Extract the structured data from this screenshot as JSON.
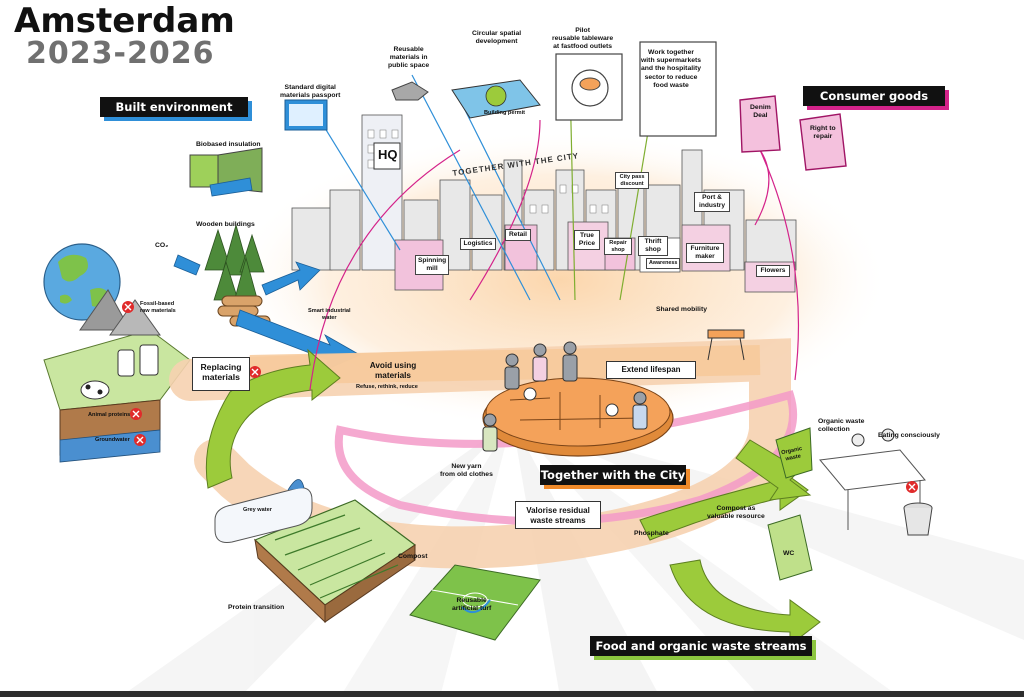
{
  "header": {
    "title": "Amsterdam",
    "years": "2023-2026"
  },
  "sections": {
    "built_environment": "Built environment",
    "consumer_goods": "Consumer goods",
    "together_with_city": "Together with the City",
    "food_organic": "Food and organic waste streams"
  },
  "labels": {
    "biobased_insulation": "Biobased insulation",
    "wooden_buildings": "Wooden buildings",
    "co2": "CO₂",
    "fossil_raw": "Fossil-based\nraw materials",
    "animal_proteins": "Animal proteins",
    "groundwater": "Groundwater",
    "standard_passport": "Standard digital\nmaterials passport",
    "reusable_public": "Reusable\nmaterials in\npublic space",
    "circular_spatial": "Circular spatial\ndevelopment",
    "building_permit": "Building permit",
    "pilot_tableware": "Pilot\nreusable tableware\nat fastfood outlets",
    "work_together": "Work together\nwith supermarkets\nand the hospitality\nsector to reduce\nfood waste",
    "denim_deal": "Denim\nDeal",
    "right_to_repair": "Right to\nrepair",
    "together_banner": "TOGETHER WITH THE CITY",
    "hq": "HQ",
    "spinning_mill": "Spinning\nmill",
    "logistics": "Logistics",
    "retail": "Retail",
    "true_price": "True\nPrice",
    "repair_shop": "Repair\nshop",
    "thrift_shop": "Thrift\nshop",
    "city_pass": "City pass\ndiscount",
    "port_industry": "Port &\nindustry",
    "furniture_maker": "Furniture\nmaker",
    "awareness": "Awareness",
    "flowers": "Flowers",
    "smart_water": "Smart industrial\nwater",
    "shared_mobility": "Shared mobility",
    "replacing": "Replacing\nmaterials",
    "avoid_using": "Avoid using\nmaterials",
    "avoid_sub": "Refuse, rethink, reduce",
    "extend_lifespan": "Extend lifespan",
    "new_yarn": "New yarn\nfrom old clothes",
    "valorise": "Valorise residual\nwaste streams",
    "grey_water": "Grey water",
    "compost": "Compost",
    "phosphate": "Phosphate",
    "compost_resource": "Compost as\nvaluable resource",
    "organic_collection": "Organic waste\ncollection",
    "organic_waste": "Organic\nwaste",
    "eating_consciously": "Eating consciously",
    "wc": "WC",
    "protein_transition": "Protein transition",
    "artificial_turf": "Reusable\nartificial turf"
  },
  "colors": {
    "blue": "#2f8fd8",
    "pink": "#d4238a",
    "orange": "#f4a25a",
    "peach": "#f6d2b0",
    "green": "#9ccb3b",
    "red": "#e02b2b"
  }
}
